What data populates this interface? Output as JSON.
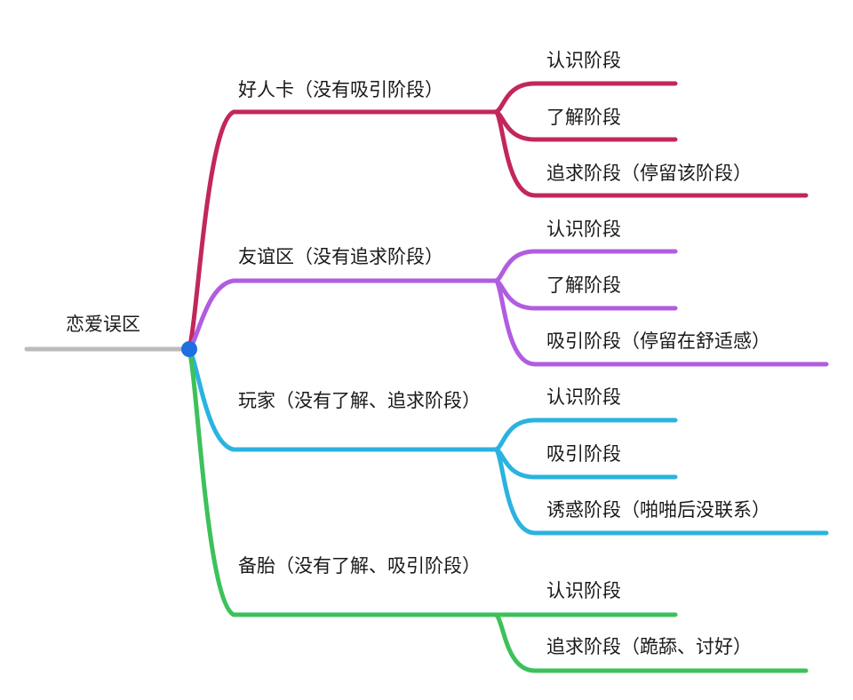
{
  "root": {
    "label": "恋爱误区",
    "line_color": "#bbbbbb",
    "dot_color": "#1e6fe0"
  },
  "branches": [
    {
      "label": "好人卡（没有吸引阶段）",
      "color": "#c2275c",
      "children": [
        "认识阶段",
        "了解阶段",
        "追求阶段（停留该阶段）"
      ]
    },
    {
      "label": "友谊区（没有追求阶段）",
      "color": "#b15de0",
      "children": [
        "认识阶段",
        "了解阶段",
        "吸引阶段（停留在舒适感）"
      ]
    },
    {
      "label": "玩家（没有了解、追求阶段）",
      "color": "#2bb3e0",
      "children": [
        "认识阶段",
        "吸引阶段",
        "诱惑阶段（啪啪后没联系）"
      ]
    },
    {
      "label": "备胎（没有了解、吸引阶段）",
      "color": "#3dc15a",
      "children": [
        "认识阶段",
        "追求阶段（跪舔、讨好）"
      ]
    }
  ]
}
